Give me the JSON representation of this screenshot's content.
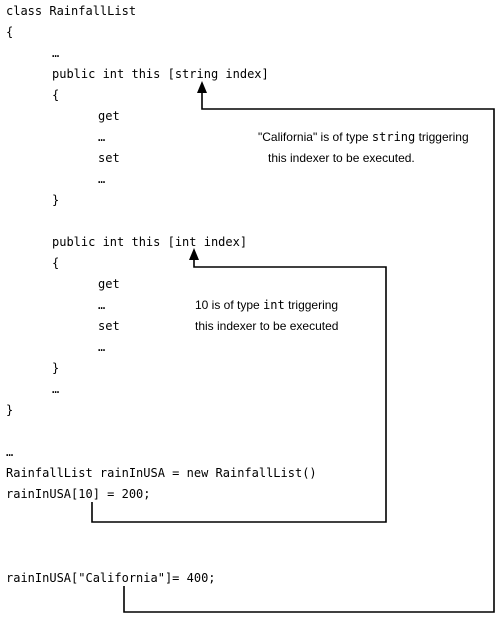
{
  "code_lines": {
    "class_decl": "class RainfallList",
    "open_brace_class": "{",
    "ellipsis_1": "…",
    "string_indexer_sig_prefix": "public int this ",
    "string_indexer_param": "[string index]",
    "open_brace_string_indexer": "{",
    "get_1": "get",
    "ellipsis_2": "…",
    "set_1": "set",
    "ellipsis_3": "…",
    "close_brace_string_indexer": "}",
    "int_indexer_sig_prefix": "public int this ",
    "int_indexer_param": "[int index]",
    "open_brace_int_indexer": "{",
    "get_2": "get",
    "ellipsis_4": "…",
    "set_2": "set",
    "ellipsis_5": "…",
    "close_brace_int_indexer": "}",
    "ellipsis_6": "…",
    "close_brace_class": "}",
    "ellipsis_7": "…",
    "instantiation": "RainfallList rainInUSA = new RainfallList()",
    "int_access": "rainInUSA[10] = 200;",
    "string_access": "rainInUSA[\"California\"]= 400;"
  },
  "annotations": {
    "string_note": {
      "line1_prefix": "\"California\" is of type ",
      "line1_type": "string",
      "line1_suffix": " triggering",
      "line2": "this indexer to be executed."
    },
    "int_note": {
      "line1_prefix": "10 is of type ",
      "line1_type": "int",
      "line1_suffix": " triggering",
      "line2": "this indexer to be executed"
    }
  },
  "colors": {
    "text": "#000000",
    "arrow": "#000000",
    "background": "#ffffff"
  }
}
